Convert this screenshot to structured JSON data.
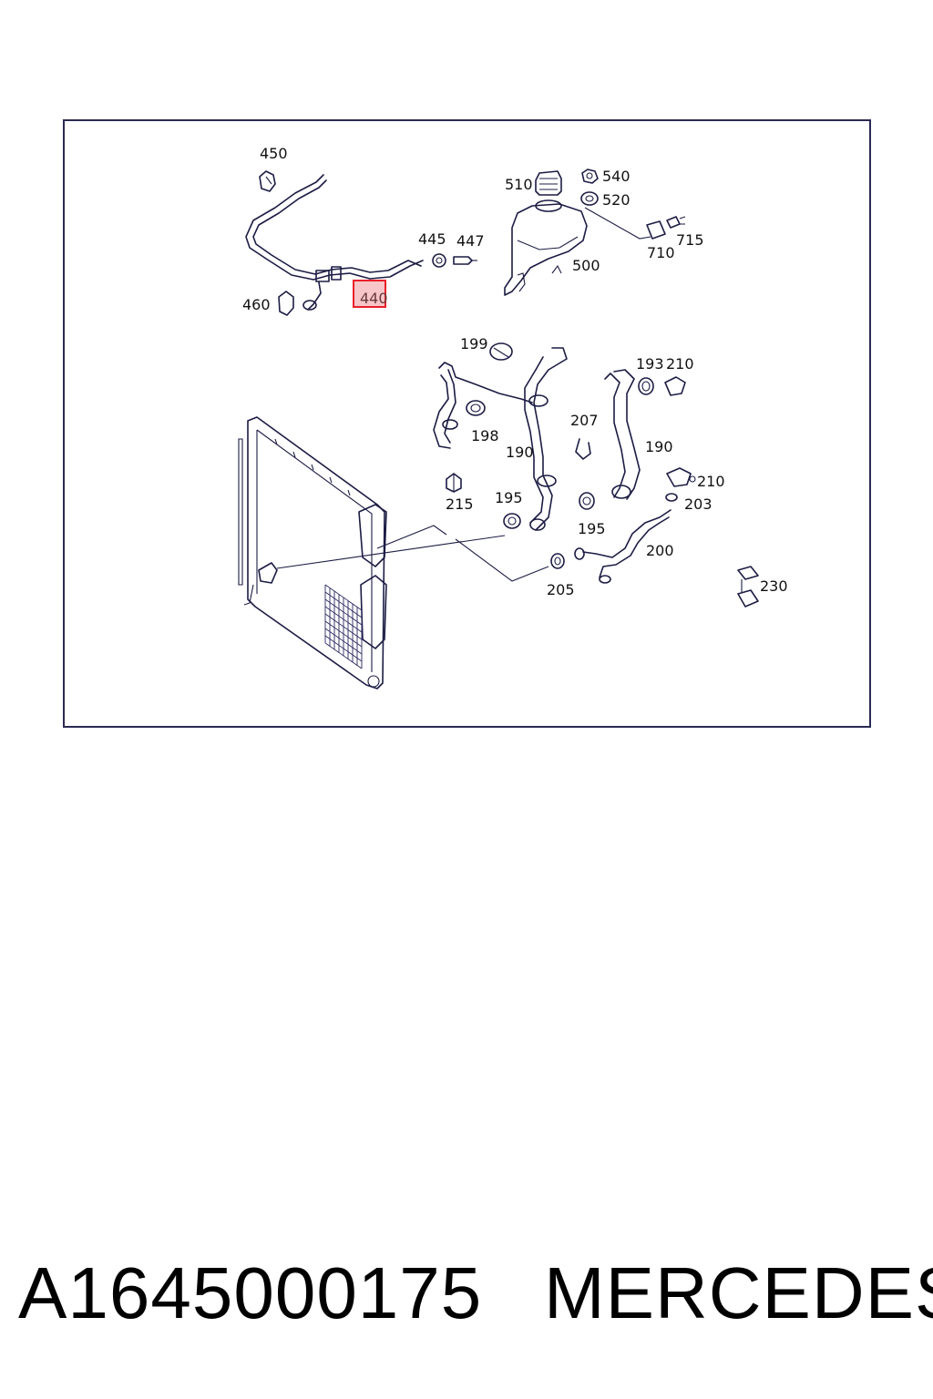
{
  "diagram": {
    "callouts": [
      {
        "id": "450",
        "label": "450"
      },
      {
        "id": "445",
        "label": "445"
      },
      {
        "id": "447",
        "label": "447"
      },
      {
        "id": "460",
        "label": "460"
      },
      {
        "id": "440",
        "label": "440",
        "highlighted": true
      },
      {
        "id": "510",
        "label": "510"
      },
      {
        "id": "540",
        "label": "540"
      },
      {
        "id": "520",
        "label": "520"
      },
      {
        "id": "715",
        "label": "715"
      },
      {
        "id": "710",
        "label": "710"
      },
      {
        "id": "500",
        "label": "500"
      },
      {
        "id": "199",
        "label": "199"
      },
      {
        "id": "193",
        "label": "193"
      },
      {
        "id": "210a",
        "label": "210"
      },
      {
        "id": "198",
        "label": "198"
      },
      {
        "id": "207",
        "label": "207"
      },
      {
        "id": "190a",
        "label": "190"
      },
      {
        "id": "190b",
        "label": "190"
      },
      {
        "id": "210b",
        "label": "210"
      },
      {
        "id": "203",
        "label": "203"
      },
      {
        "id": "215",
        "label": "215"
      },
      {
        "id": "195a",
        "label": "195"
      },
      {
        "id": "195b",
        "label": "195"
      },
      {
        "id": "200",
        "label": "200"
      },
      {
        "id": "205",
        "label": "205"
      },
      {
        "id": "230",
        "label": "230"
      }
    ],
    "highlight_color": "#e8202a",
    "highlight_fill": "#f7c6c8",
    "line_color": "#1c1c44"
  },
  "footer": {
    "part_number": "A1645000175",
    "brand": "MERCEDES"
  }
}
